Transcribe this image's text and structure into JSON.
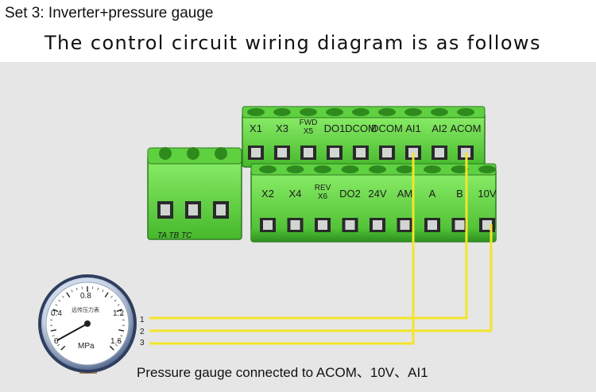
{
  "header": {
    "set_title": "Set 3: Inverter+pressure gauge",
    "main_title": "The control circuit wiring diagram is as follows"
  },
  "terminal_block": {
    "top_row": [
      "X1",
      "X3",
      "FWD|X5",
      "DO1",
      "DCOM",
      "DCOM",
      "AI1",
      "AI2",
      "ACOM"
    ],
    "bottom_row": [
      "X2",
      "X4",
      "REV|X6",
      "DO2",
      "24V",
      "AM",
      "A",
      "B",
      "10V"
    ],
    "side_label": "TA TB TC"
  },
  "gauge": {
    "scale_labels": [
      "0",
      "0.4",
      "0.8",
      "1.2",
      "1.6"
    ],
    "unit": "MPa",
    "brand_text": "远传压力表"
  },
  "wires": {
    "labels": [
      "1",
      "2",
      "3"
    ],
    "color": "#f3e52b"
  },
  "caption": "Pressure gauge connected to ACOM、10V、AI1",
  "colors": {
    "terminal_green": "#6fe04a",
    "background": "#e6e6e6"
  }
}
